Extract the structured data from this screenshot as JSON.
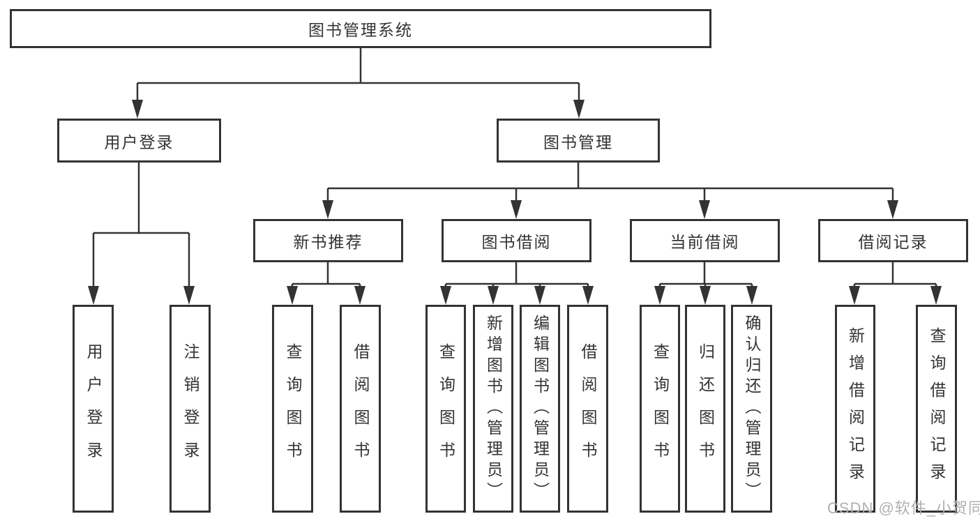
{
  "colors": {
    "background": "#ffffff",
    "line": "#333333",
    "box_border": "#333333",
    "text": "#333333",
    "watermark": "#b0b0b0"
  },
  "watermark": {
    "text": "CSDN @软件_小贺同学"
  },
  "diagram": {
    "type": "hierarchy-tree",
    "root": {
      "label": "图书管理系统",
      "children": [
        {
          "label": "用户登录",
          "children": [
            {
              "label": "用户登录"
            },
            {
              "label": "注销登录"
            }
          ]
        },
        {
          "label": "图书管理",
          "children": [
            {
              "label": "新书推荐",
              "children": [
                {
                  "label": "查询图书"
                },
                {
                  "label": "借阅图书"
                }
              ]
            },
            {
              "label": "图书借阅",
              "children": [
                {
                  "label": "查询图书"
                },
                {
                  "label": "新增图书（管理员）"
                },
                {
                  "label": "编辑图书（管理员）"
                },
                {
                  "label": "借阅图书"
                }
              ]
            },
            {
              "label": "当前借阅",
              "children": [
                {
                  "label": "查询图书"
                },
                {
                  "label": "归还图书"
                },
                {
                  "label": "确认归还（管理员）"
                }
              ]
            },
            {
              "label": "借阅记录",
              "children": [
                {
                  "label": "新增借阅记录"
                },
                {
                  "label": "查询借阅记录"
                }
              ]
            }
          ]
        }
      ]
    }
  }
}
